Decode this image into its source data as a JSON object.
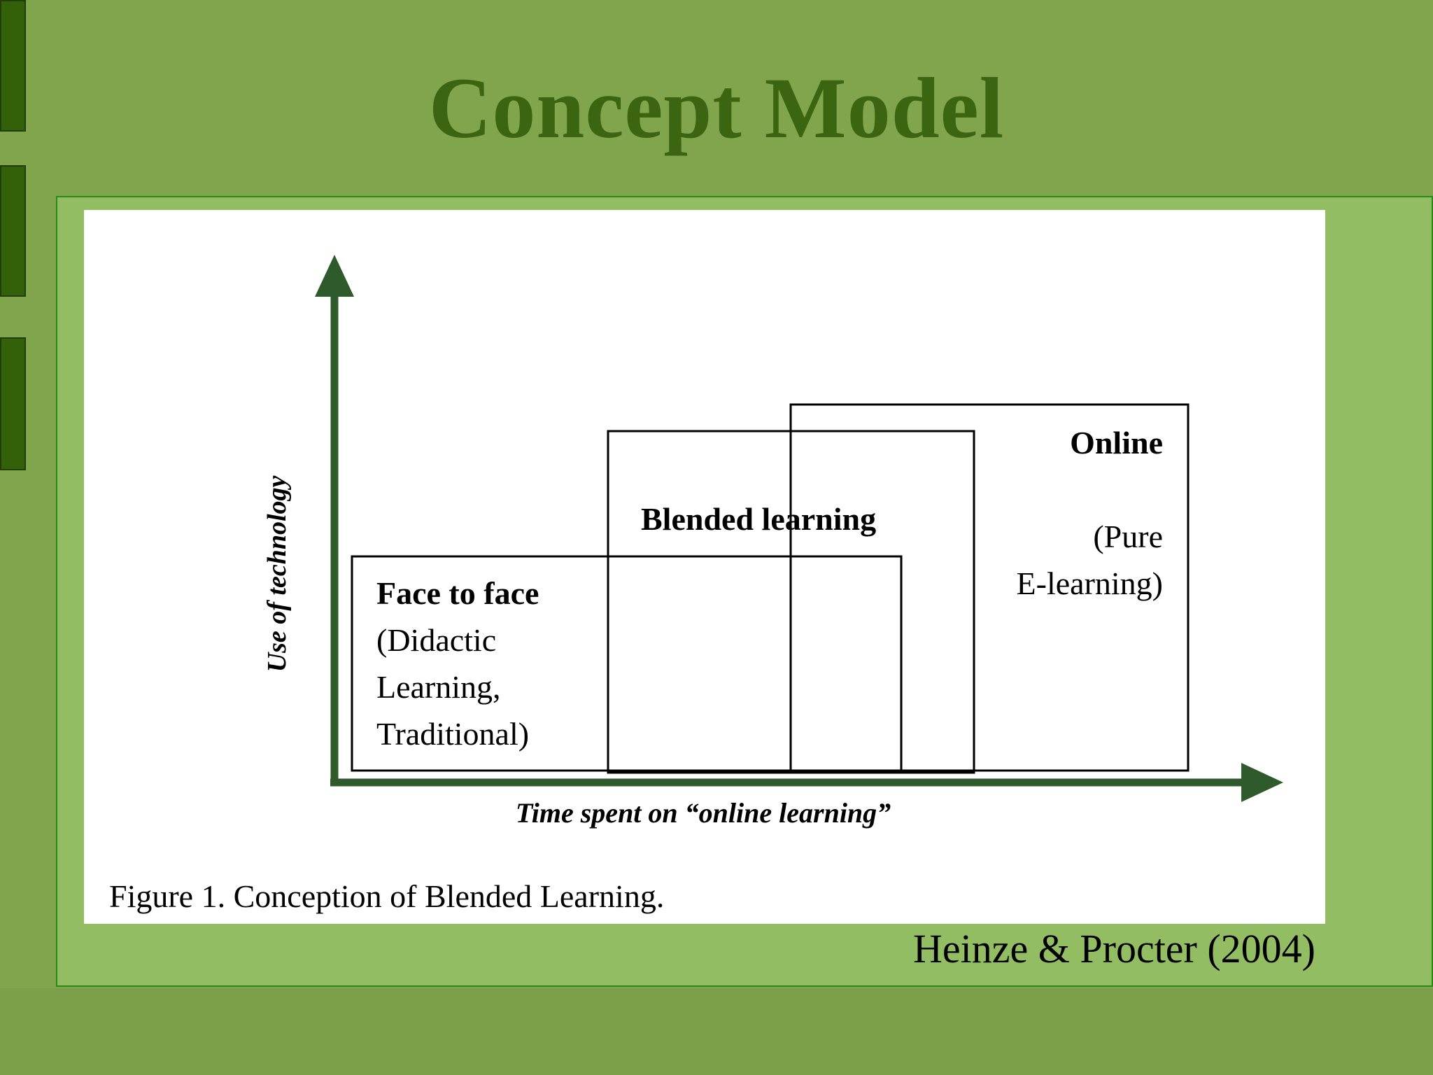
{
  "slide": {
    "title": "Concept Model",
    "attribution": "Heinze & Procter (2004)"
  },
  "figure": {
    "caption": "Figure 1. Conception of Blended Learning.",
    "y_axis_label": "Use of technology",
    "x_axis_label": "Time spent on “online learning”",
    "boxes": {
      "face_to_face": {
        "title": "Face to face",
        "lines": [
          "(Didactic",
          "Learning,",
          "Traditional)"
        ]
      },
      "blended": {
        "title": "Blended learning"
      },
      "online": {
        "title": "Online",
        "lines": [
          "(Pure",
          "E-learning)"
        ]
      }
    }
  },
  "colors": {
    "slide_background": "#80a54c",
    "frame_fill": "#93bd62",
    "title": "#3c6512",
    "axis": "#2f5a2c",
    "side_tab": "#336109"
  }
}
